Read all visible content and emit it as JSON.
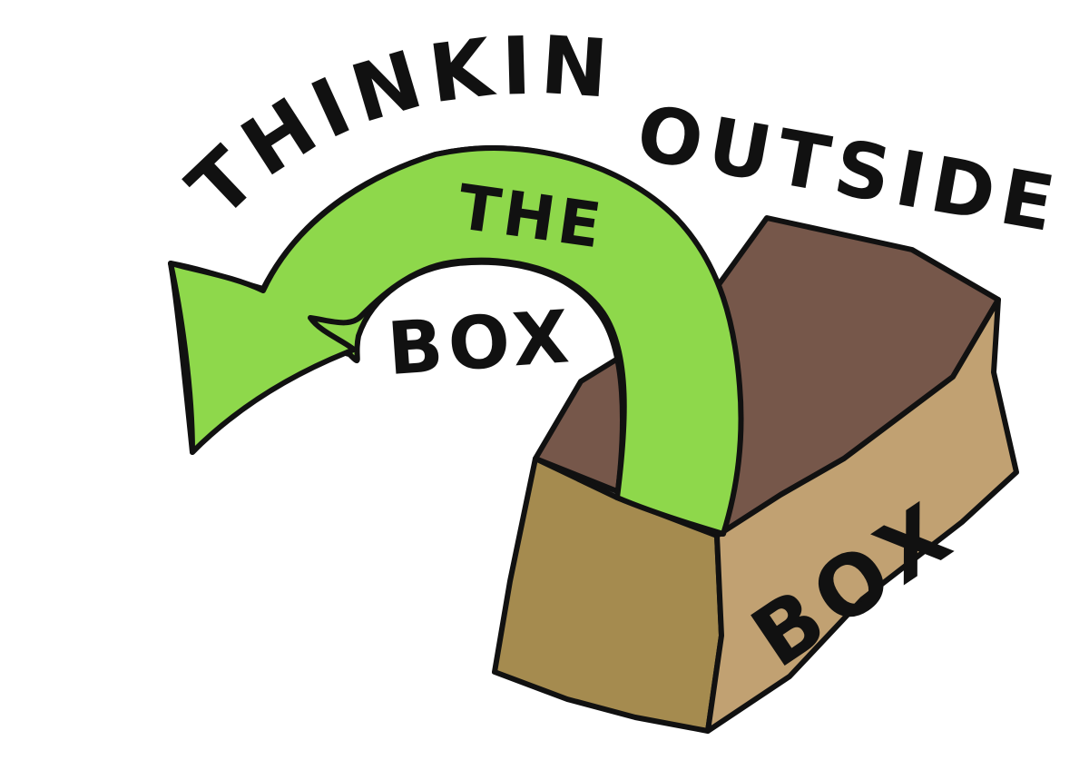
{
  "illustration": {
    "headline": {
      "word_thinking": "THINKING",
      "word_outside": "OUTSIDE",
      "word_the": "THE",
      "word_box": "BOX"
    },
    "box_label": "BOX",
    "colors": {
      "background": "#ffffff",
      "outline": "#111111",
      "arrow_green": "#8ed84b",
      "box_lid_brown": "#76574a",
      "box_front_face": "#a58b4f",
      "box_side_face": "#c1a172"
    }
  }
}
